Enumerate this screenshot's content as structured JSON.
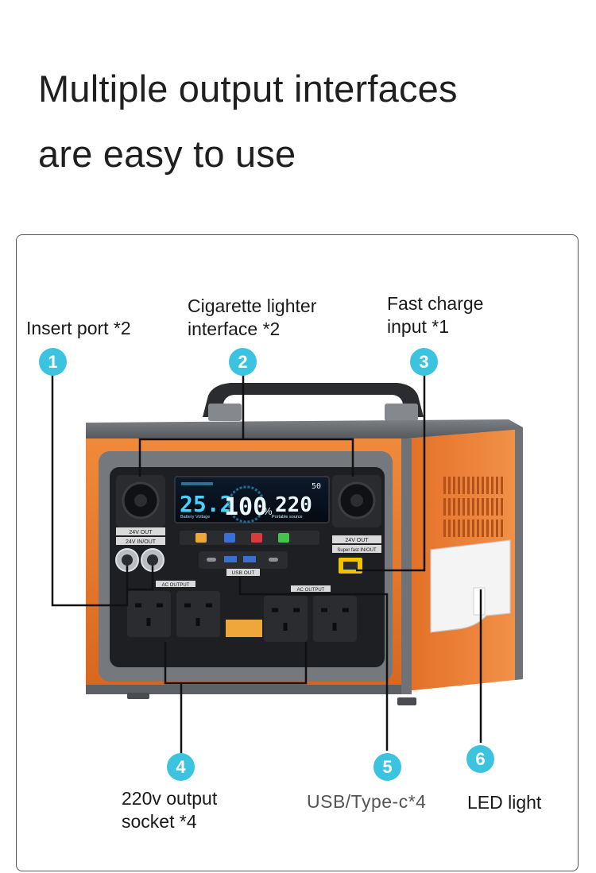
{
  "headline": {
    "line1": "Multiple output interfaces",
    "line2": "are easy to use"
  },
  "callouts": [
    {
      "number": "1",
      "lines": [
        "Insert port *2"
      ]
    },
    {
      "number": "2",
      "lines": [
        "Cigarette lighter",
        "interface *2"
      ]
    },
    {
      "number": "3",
      "lines": [
        "Fast charge",
        "input *1"
      ]
    },
    {
      "number": "4",
      "lines": [
        "220v output",
        "socket *4"
      ]
    },
    {
      "number": "5",
      "lines": [
        "USB/Type-c*4"
      ]
    },
    {
      "number": "6",
      "lines": [
        "LED light"
      ]
    }
  ],
  "device": {
    "lcd": {
      "battery_voltage_value": "25.2",
      "battery_voltage_label": "Battery Voltage",
      "percent_value": "100",
      "percent_sign": "%",
      "output_value": "220",
      "output_label": "Portable source",
      "top_right_value": "50"
    },
    "panel_labels": {
      "dc_out_left": "24V OUT",
      "dc_in_out_left": "24V IN/OUT",
      "dc_out_right": "24V OUT",
      "fast_in_out_right": "Super fast IN/OUT",
      "usb_out": "USB OUT",
      "ac_output_left": "AC OUTPUT",
      "ac_output_right": "AC OUTPUT"
    },
    "colors": {
      "body_orange": "#ea7a2f",
      "frame_grey": "#6b6e72",
      "panel_black": "#1e1f22",
      "badge_blue": "#3bc3e0",
      "lcd_cyan": "#46d3ff"
    }
  }
}
